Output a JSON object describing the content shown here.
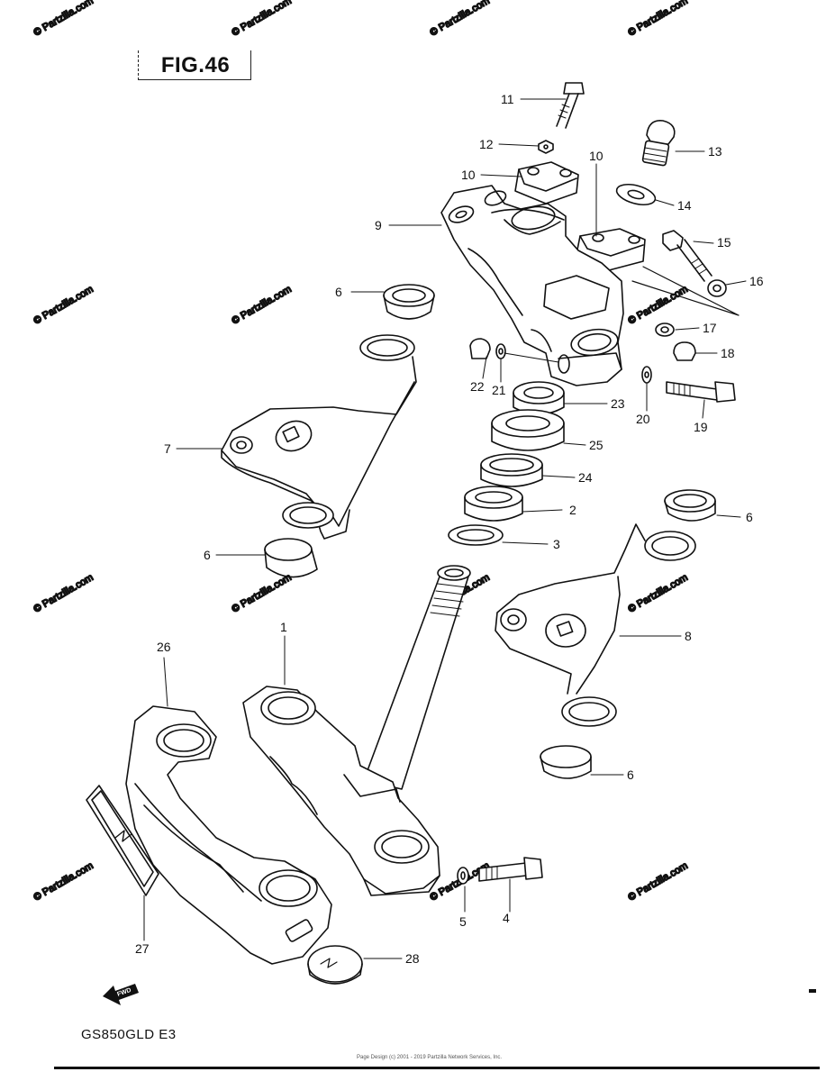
{
  "figure": {
    "title": "FIG.46",
    "model": "GS850GLD  E3",
    "fwd_label": "FWD"
  },
  "watermark": "© Partzilla.com",
  "footnote": [
    "Page Design (c) 2001 - 2019 Partzilla Network Services, Inc."
  ],
  "parts": [
    {
      "id": "1",
      "label": "1"
    },
    {
      "id": "2",
      "label": "2"
    },
    {
      "id": "3",
      "label": "3"
    },
    {
      "id": "4",
      "label": "4"
    },
    {
      "id": "5",
      "label": "5"
    },
    {
      "id": "6a",
      "label": "6"
    },
    {
      "id": "6b",
      "label": "6"
    },
    {
      "id": "6c",
      "label": "6"
    },
    {
      "id": "6d",
      "label": "6"
    },
    {
      "id": "7",
      "label": "7"
    },
    {
      "id": "8",
      "label": "8"
    },
    {
      "id": "9",
      "label": "9"
    },
    {
      "id": "10a",
      "label": "10"
    },
    {
      "id": "10b",
      "label": "10"
    },
    {
      "id": "11",
      "label": "11"
    },
    {
      "id": "12",
      "label": "12"
    },
    {
      "id": "13",
      "label": "13"
    },
    {
      "id": "14",
      "label": "14"
    },
    {
      "id": "15",
      "label": "15"
    },
    {
      "id": "16",
      "label": "16"
    },
    {
      "id": "17",
      "label": "17"
    },
    {
      "id": "18",
      "label": "18"
    },
    {
      "id": "19",
      "label": "19"
    },
    {
      "id": "20",
      "label": "20"
    },
    {
      "id": "21",
      "label": "21"
    },
    {
      "id": "22",
      "label": "22"
    },
    {
      "id": "23",
      "label": "23"
    },
    {
      "id": "24",
      "label": "24"
    },
    {
      "id": "25",
      "label": "25"
    },
    {
      "id": "26",
      "label": "26"
    },
    {
      "id": "27",
      "label": "27"
    },
    {
      "id": "28",
      "label": "28"
    }
  ]
}
